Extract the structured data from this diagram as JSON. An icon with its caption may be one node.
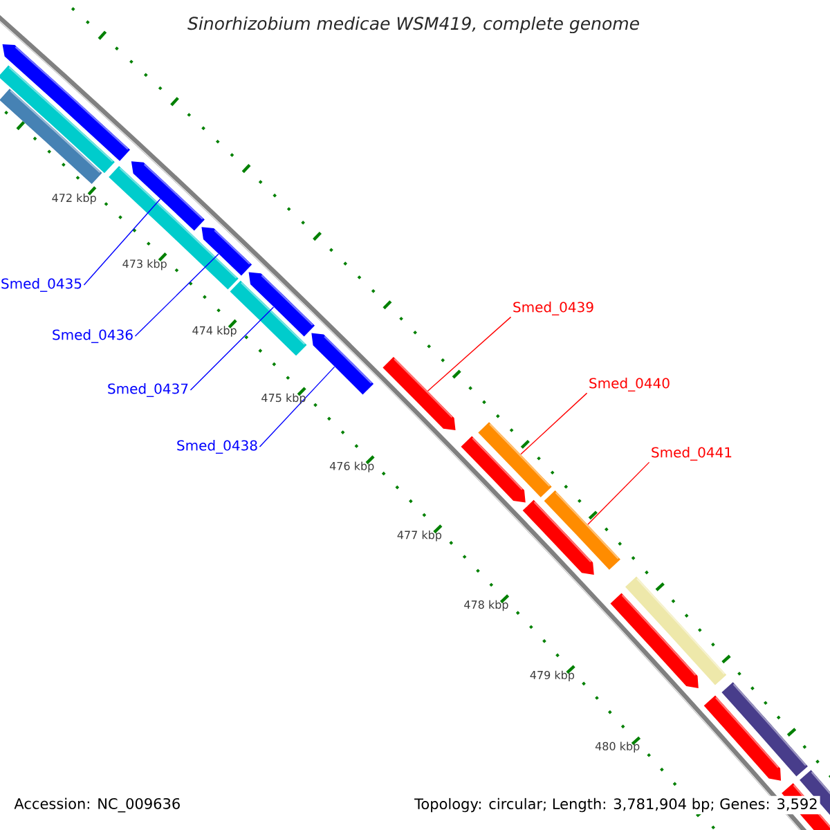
{
  "diagram": {
    "title": "Sinorhizobium medicae WSM419, complete genome",
    "nodes": [
      {
        "text": [
          "Smed_0435"
        ]
      },
      {
        "text": [
          "Smed_0436"
        ]
      },
      {
        "text": [
          "Smed_0437"
        ]
      },
      {
        "text": [
          "Smed_0438"
        ]
      },
      {
        "text": [
          "Smed_0439"
        ]
      },
      {
        "text": [
          "Smed_0440"
        ]
      },
      {
        "text": [
          "Smed_0441"
        ]
      },
      {
        "text": [],
        "shape": "bar"
      },
      {
        "text": [],
        "shape": "bar"
      },
      {
        "text": [],
        "shape": "arrow"
      },
      {
        "text": [],
        "shape": "bar"
      },
      {
        "text": [],
        "shape": "arrow"
      },
      {
        "text": [],
        "shape": "arrow"
      },
      {
        "text": [],
        "shape": "bar"
      },
      {
        "text": [],
        "shape": "arrow"
      },
      {
        "text": [],
        "shape": "arrow"
      },
      {
        "text": [],
        "shape": "arrow"
      },
      {
        "text": [],
        "shape": "arrow"
      },
      {
        "text": [],
        "shape": "bar"
      },
      {
        "text": [],
        "shape": "arrow"
      },
      {
        "text": [],
        "shape": "bar"
      },
      {
        "text": [],
        "shape": "bar"
      },
      {
        "text": [],
        "shape": "arrow"
      },
      {
        "text": [],
        "shape": "arrow"
      },
      {
        "text": [],
        "shape": "bar"
      },
      {
        "text": [],
        "shape": "arrow"
      },
      {
        "text": [],
        "shape": "bar"
      }
    ],
    "edges": [
      {
        "from": 0,
        "to": 11,
        "arrow": "none"
      },
      {
        "from": 1,
        "to": 12,
        "arrow": "none"
      },
      {
        "from": 2,
        "to": 14,
        "arrow": "none"
      },
      {
        "from": 3,
        "to": 15,
        "arrow": "none"
      },
      {
        "from": 4,
        "to": 16,
        "arrow": "none",
        "color": "#ff0000"
      },
      {
        "from": 5,
        "to": 18,
        "arrow": "none",
        "color": "#ff0000"
      },
      {
        "from": 6,
        "to": 20,
        "arrow": "none",
        "color": "#ff0000"
      }
    ],
    "labels": [
      "472 kbp",
      "473 kbp",
      "474 kbp",
      "475 kbp",
      "476 kbp",
      "477 kbp",
      "478 kbp",
      "479 kbp",
      "480 kbp",
      "Accession: NC_009636",
      "Topology: circular; Length: 3,781,904 bp; Genes: 3,592"
    ]
  }
}
